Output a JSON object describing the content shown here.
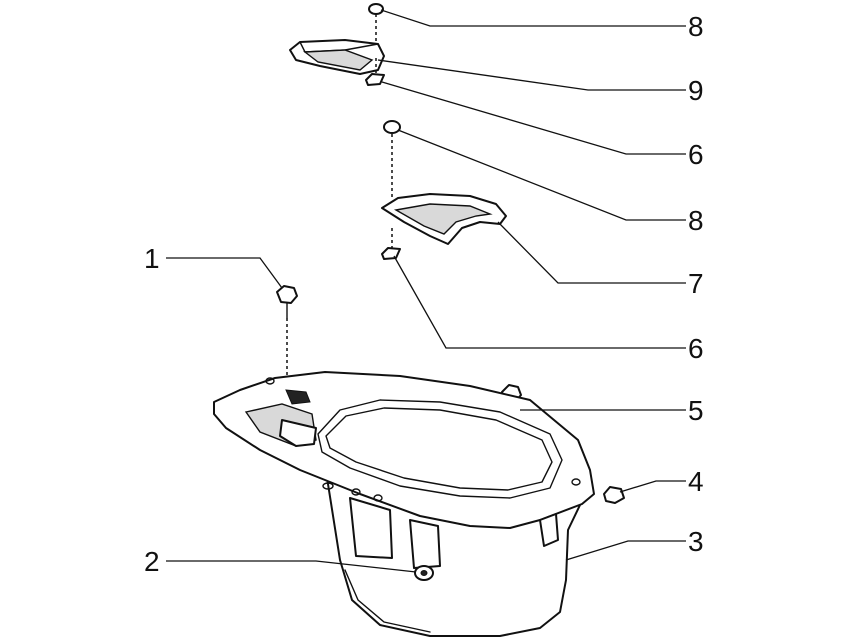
{
  "callouts": [
    {
      "id": "c8a",
      "label": "8"
    },
    {
      "id": "c9",
      "label": "9"
    },
    {
      "id": "c6a",
      "label": "6"
    },
    {
      "id": "c8b",
      "label": "8"
    },
    {
      "id": "c7",
      "label": "7"
    },
    {
      "id": "c6b",
      "label": "6"
    },
    {
      "id": "c5",
      "label": "5"
    },
    {
      "id": "c4",
      "label": "4"
    },
    {
      "id": "c3",
      "label": "3"
    },
    {
      "id": "c1",
      "label": "1"
    },
    {
      "id": "c2",
      "label": "2"
    }
  ]
}
